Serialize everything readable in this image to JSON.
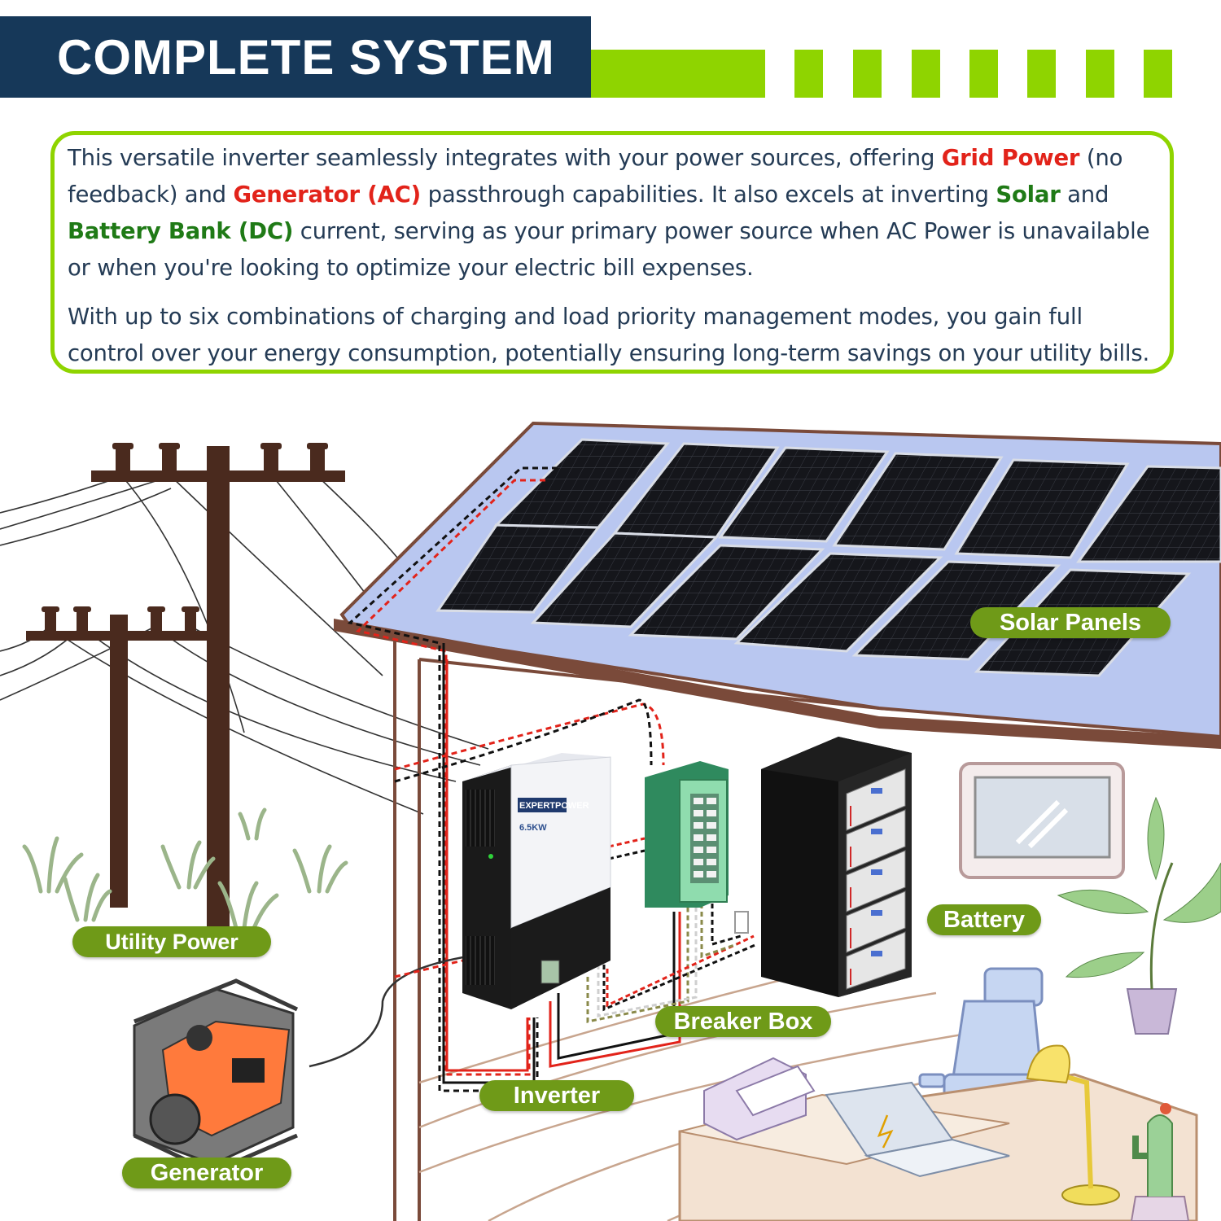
{
  "header": {
    "title": "COMPLETE SYSTEM"
  },
  "intro": {
    "p1": {
      "t1": "This versatile inverter seamlessly integrates with your power sources, offering ",
      "grid": "Grid Power",
      "t2": " (no feedback) and ",
      "generator": "Generator (AC)",
      "t3": " passthrough capabilities. It also excels at inverting ",
      "solar": "Solar",
      "t4": " and ",
      "battery": "Battery Bank (DC)",
      "t5": " current, serving as your primary power source when AC Power is unavailable or when you're looking to optimize your electric bill expenses."
    },
    "p2": "With up to six combinations of charging and load priority management modes, you gain full control over your energy consumption, potentially ensuring long-term savings on your utility bills."
  },
  "inverter_brand": "EXPERTPOWER",
  "inverter_rating": "6.5KW",
  "labels": {
    "solar_panels": "Solar Panels",
    "utility_power": "Utility Power",
    "battery": "Battery",
    "breaker_box": "Breaker Box",
    "inverter": "Inverter",
    "generator": "Generator"
  },
  "colors": {
    "title_bg": "#163859",
    "accent_green": "#8fd400",
    "label_green": "#6f9a18",
    "highlight_red": "#e2231a",
    "highlight_green": "#1f7a16",
    "wire_red": "#e2231a",
    "wire_black": "#111111",
    "wire_olive": "#8a8a4a"
  }
}
